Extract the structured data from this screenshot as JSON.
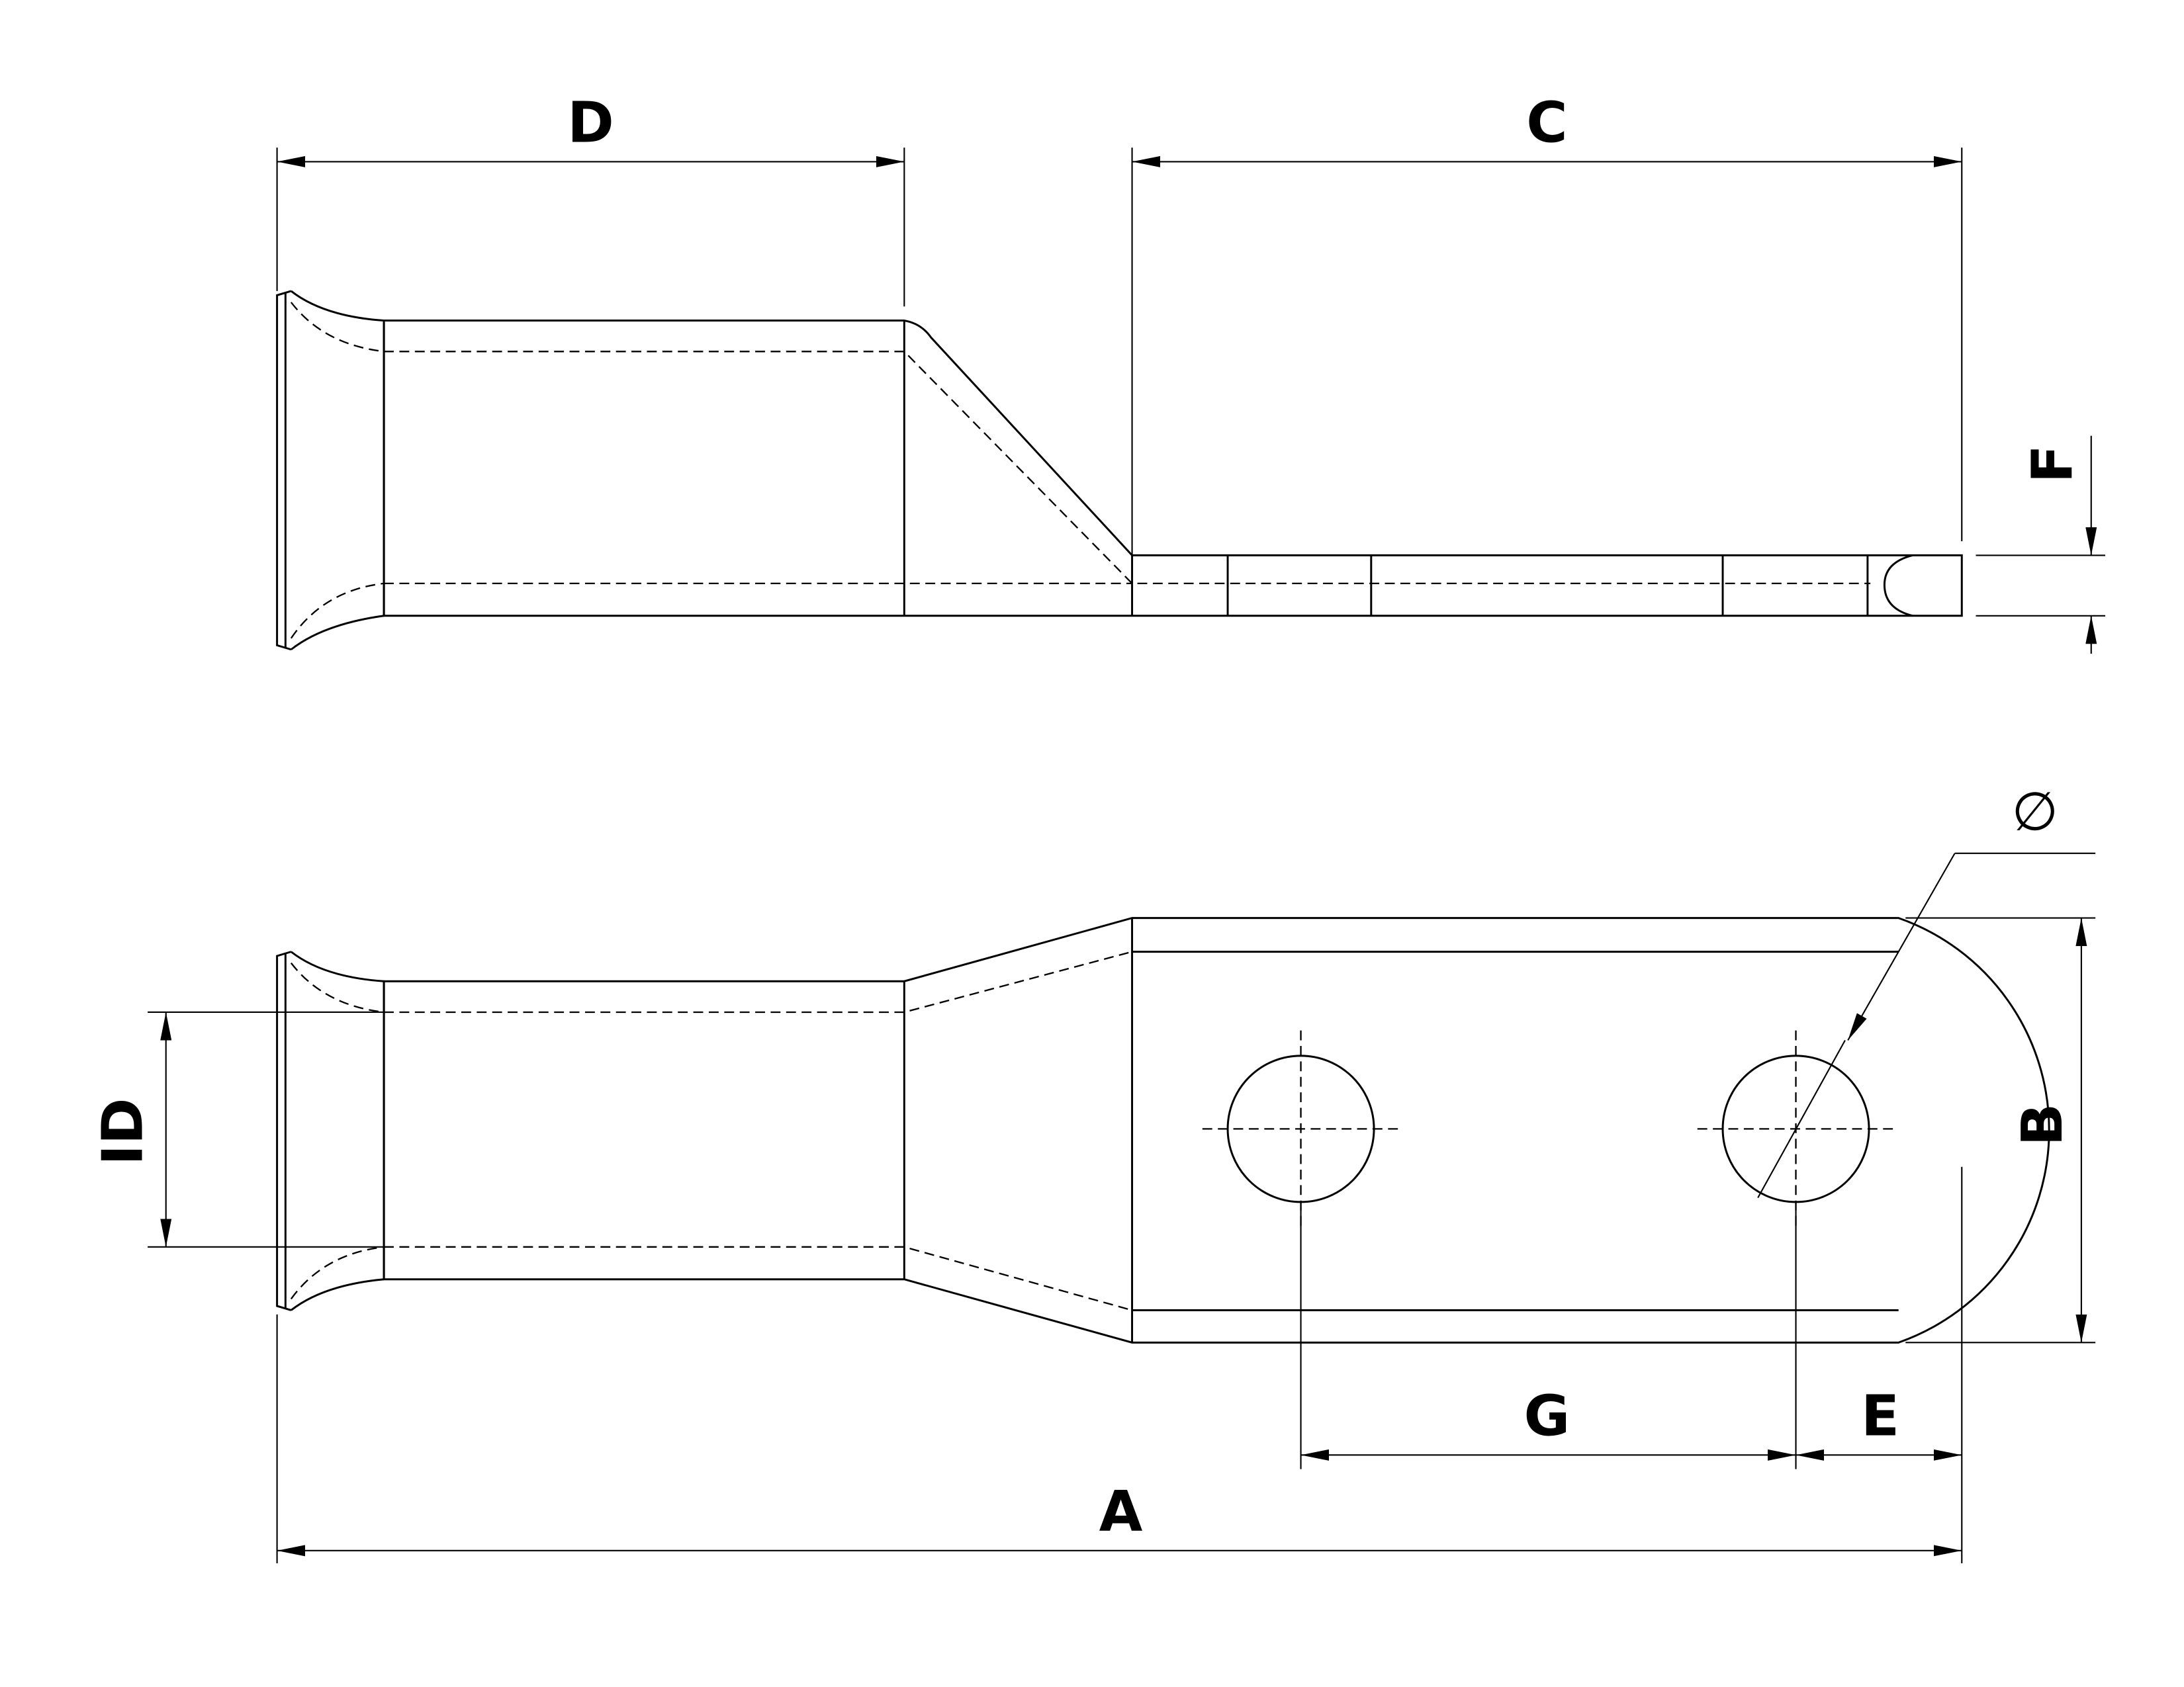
{
  "dimension_labels": {
    "A": "A",
    "B": "B",
    "C": "C",
    "D": "D",
    "E": "E",
    "F": "F",
    "G": "G",
    "ID": "ID",
    "diameter": "∅"
  }
}
